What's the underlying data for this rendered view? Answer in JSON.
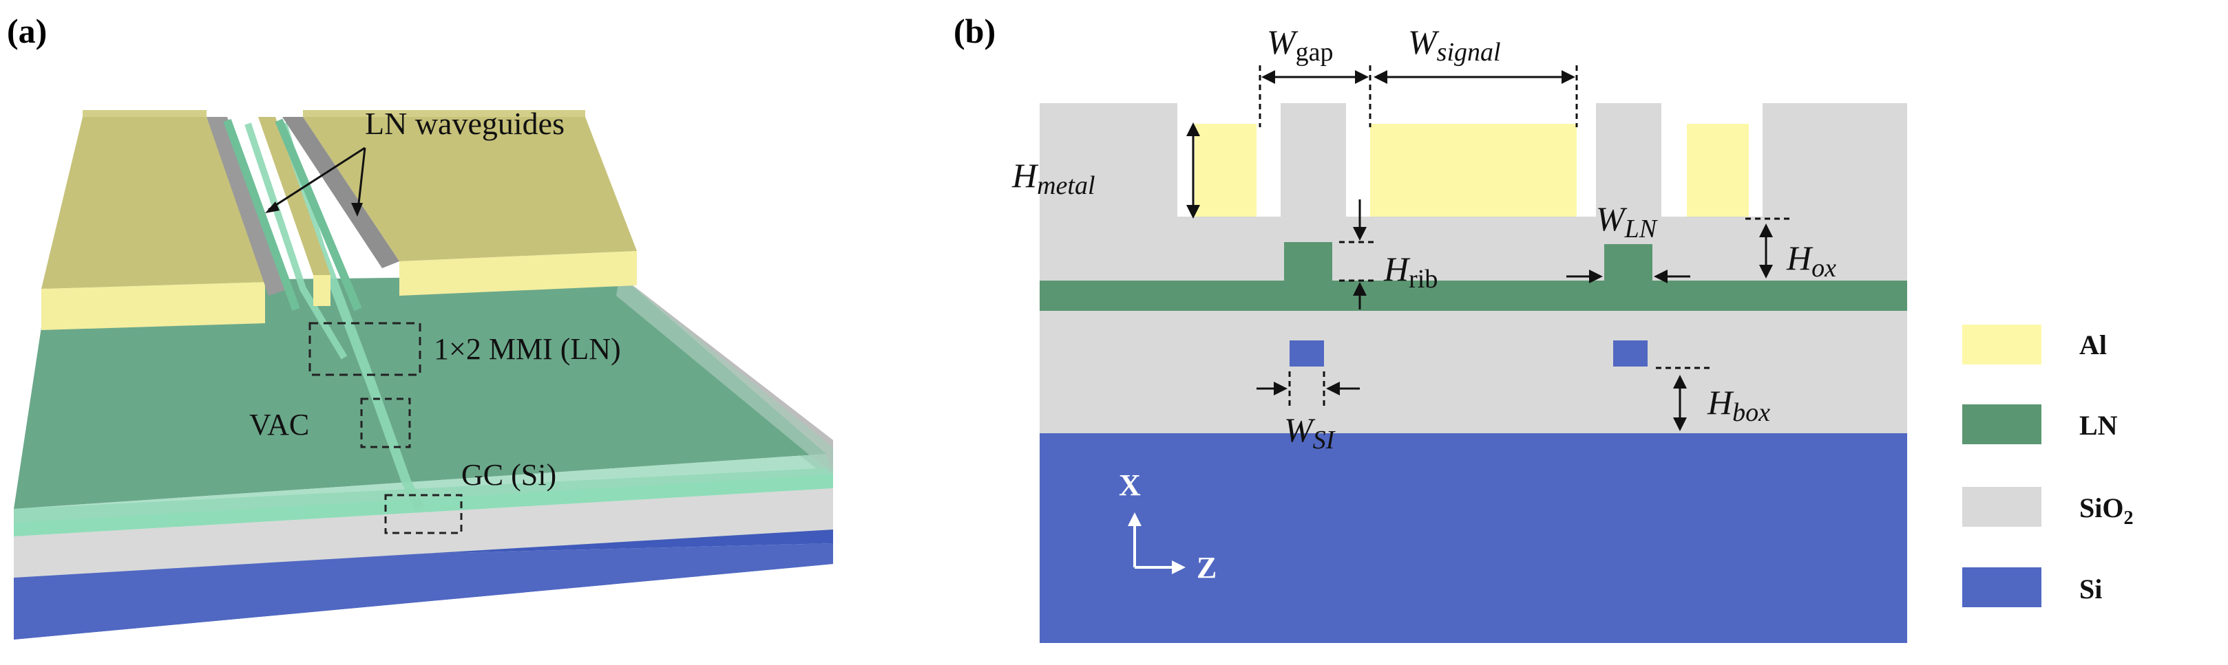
{
  "panel_a": {
    "label": "(a)",
    "callouts": {
      "waveguides": "LN waveguides",
      "mmi": "1×2 MMI (LN)",
      "vac": "VAC",
      "gc": "GC (Si)"
    }
  },
  "panel_b": {
    "label": "(b)",
    "dims": {
      "w_gap": {
        "base": "W",
        "sub": "gap"
      },
      "w_signal": {
        "base": "W",
        "sub": "signal"
      },
      "h_metal": {
        "base": "H",
        "sub": "metal"
      },
      "h_rib": {
        "base": "H",
        "sub": "rib"
      },
      "w_ln": {
        "base": "W",
        "sub": "LN"
      },
      "h_ox": {
        "base": "H",
        "sub": "ox"
      },
      "h_box": {
        "base": "H",
        "sub": "box"
      },
      "w_si": {
        "base": "W",
        "sub": "SI"
      }
    },
    "axes": {
      "x": "X",
      "z": "Z"
    },
    "legend": [
      {
        "name": "Al",
        "color": "#fdf8a8"
      },
      {
        "name": "LN",
        "color": "#5b9672"
      },
      {
        "name": "SiO",
        "sub": "2",
        "color": "#d9d9d9"
      },
      {
        "name": "Si",
        "color": "#5068c2"
      }
    ]
  },
  "colors": {
    "al": "#fdf8a8",
    "ln": "#5b9672",
    "sio2": "#d9d9d9",
    "si": "#5068c2",
    "gold_top": "#c9c37a",
    "ln_3d": "#7ec9a7"
  }
}
